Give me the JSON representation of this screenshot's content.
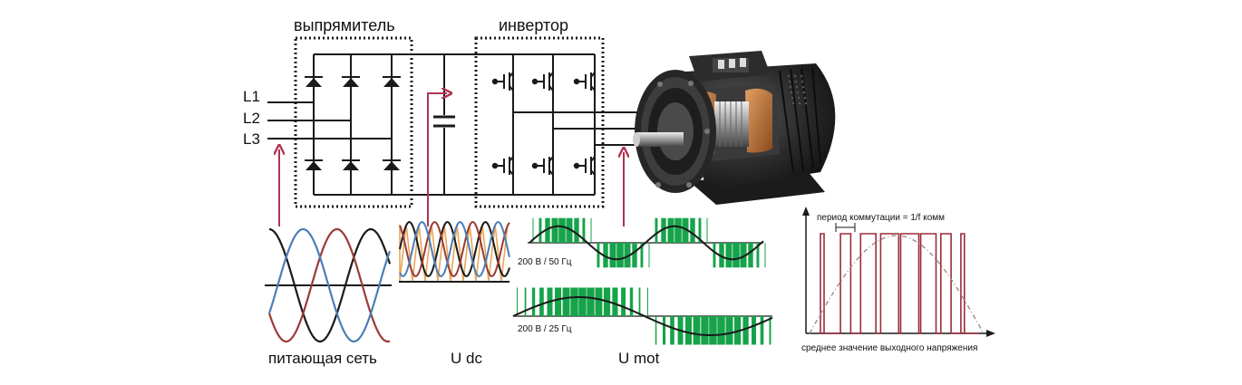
{
  "labels": {
    "rectifier": "выпрямитель",
    "inverter": "инвертор",
    "phase1": "L1",
    "phase2": "L2",
    "phase3": "L3",
    "supply": "питающая сеть",
    "udc": "U dc",
    "umot": "U mot",
    "trace_50hz": "200 В / 50 Гц",
    "trace_25hz": "200 В / 25 Гц",
    "switching_period": "период коммутации = 1/f комм",
    "average_output": "среднее значение выходного напряжения"
  },
  "colors": {
    "circuit": "#1a1a1a",
    "arrow": "#b0334f",
    "phase_a": "#1a1a1a",
    "phase_b": "#9b3b35",
    "phase_c": "#4a7fb5",
    "udc_ripple": "#e8a65a",
    "pwm_green": "#16a34a",
    "pwm_red": "#9b2d3a",
    "average_curve": "#a08a88"
  },
  "icons": [
    "diode-icon",
    "capacitor-icon",
    "igbt-icon",
    "electric-motor-illustration"
  ]
}
